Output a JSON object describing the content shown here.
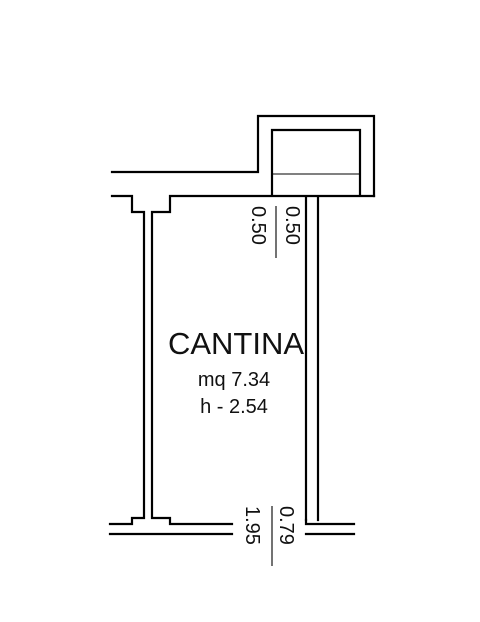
{
  "room": {
    "name": "CANTINA",
    "area": "mq 7.34",
    "height": "h - 2.54"
  },
  "dimensions": {
    "top_opening": [
      "0.50",
      "0.50"
    ],
    "bottom_opening": [
      "0.79",
      "1.95"
    ]
  },
  "colors": {
    "line": "#000000",
    "background": "#ffffff"
  }
}
